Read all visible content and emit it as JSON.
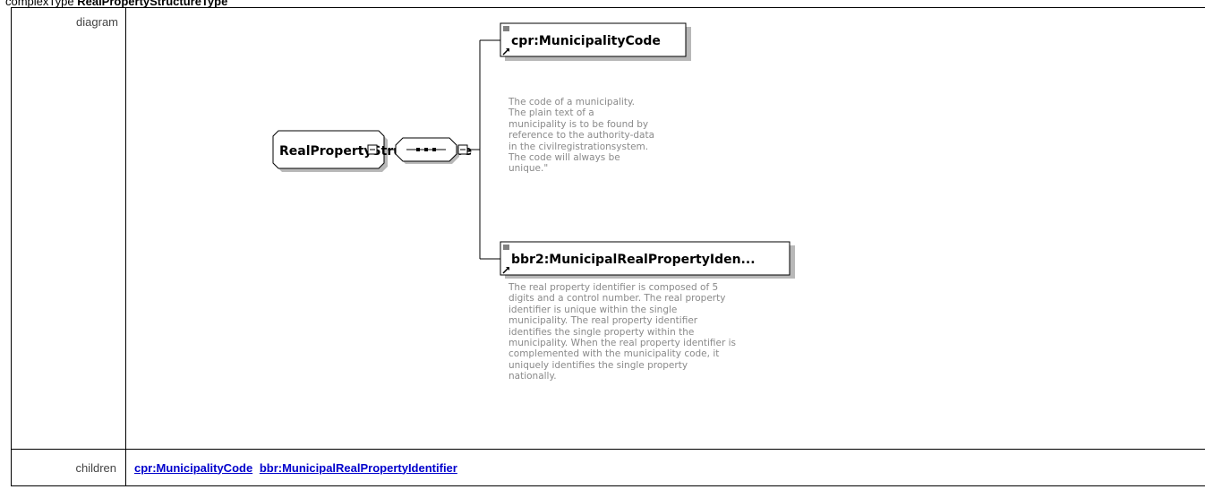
{
  "heading": {
    "prefix": "complexType",
    "name": "RealPropertyStructureType"
  },
  "rows": {
    "diagram_label": "diagram",
    "children_label": "children"
  },
  "diagram": {
    "root": "RealPropertyStructureType",
    "sequence_symbol": "sequence-icon",
    "elements": [
      {
        "name": "cpr:MunicipalityCode",
        "documentation": "The code of a municipality.\nThe plain text of a\nmunicipality is to be found by\nreference to the authority-data\nin the civilregistrationsystem.\nThe code will always be\nunique.\""
      },
      {
        "name": "bbr2:MunicipalRealPropertyIden...",
        "documentation": "The real property identifier is composed of 5\ndigits and a control number. The real property\nidentifier is unique within the single\nmunicipality. The real property identifier\nidentifies the single property within the\nmunicipality. When the real property identifier is\ncomplemented with the municipality code, it\nuniquely identifies the single property\nnationally."
      }
    ]
  },
  "children": [
    "cpr:MunicipalityCode",
    "bbr:MunicipalRealPropertyIdentifier"
  ]
}
